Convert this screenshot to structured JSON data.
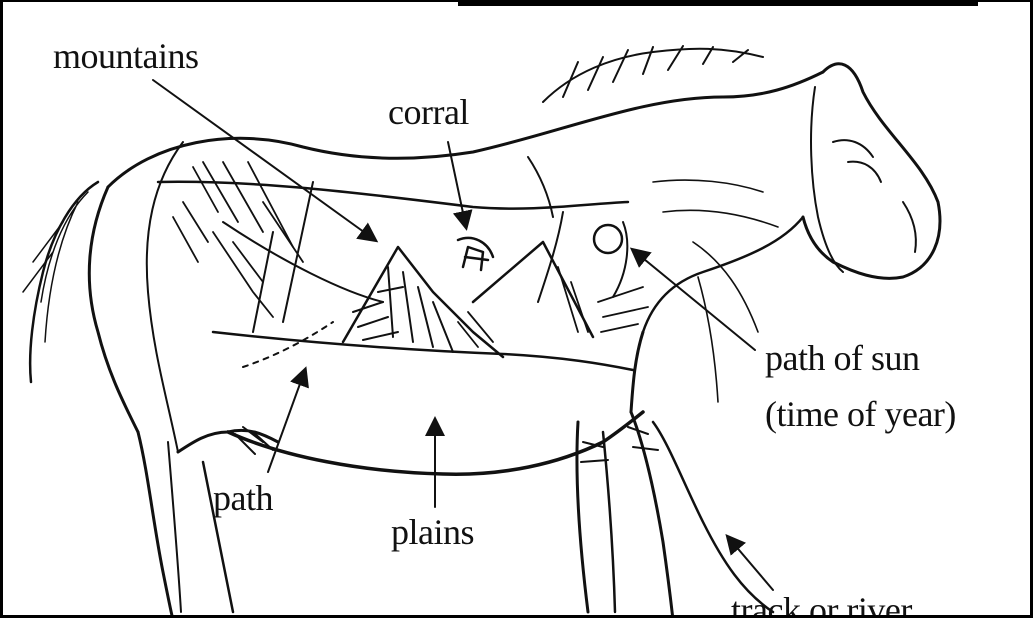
{
  "labels": {
    "mountains": "mountains",
    "corral": "corral",
    "path_of_sun": "path of sun",
    "time_of_year": "(time of year)",
    "path": "path",
    "plains": "plains",
    "track_or_river": "track or river"
  },
  "colors": {
    "ink": "#111111",
    "paper": "#ffffff"
  }
}
